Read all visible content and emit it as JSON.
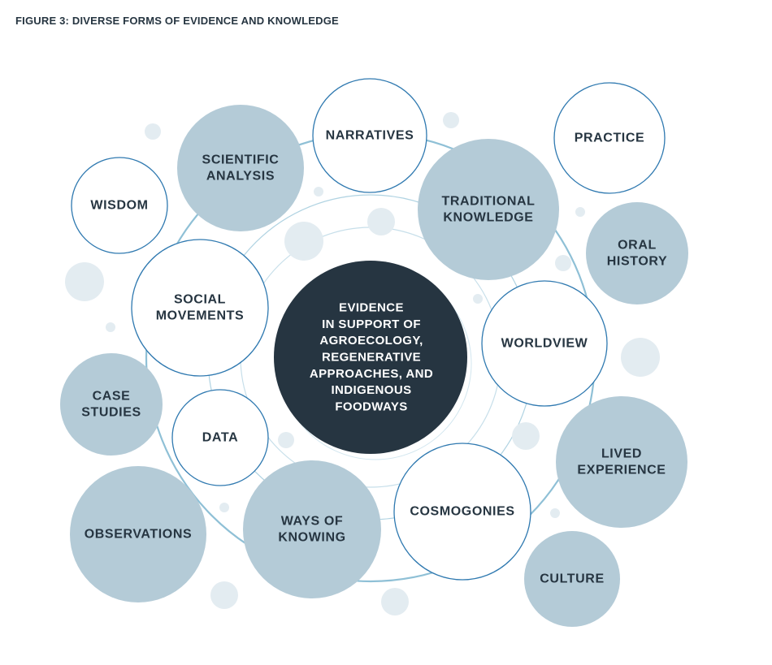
{
  "figure_title": "FIGURE 3: DIVERSE FORMS OF EVIDENCE AND KNOWLEDGE",
  "colors": {
    "filled": "#b4cbd7",
    "outline": "#2f79b0",
    "center": "#263541",
    "text": "#263541",
    "ring": "#8fc0d6",
    "dot": "#e3ecf1"
  },
  "center": {
    "lines": [
      "EVIDENCE",
      "IN SUPPORT OF",
      "AGROECOLOGY,",
      "REGENERATIVE",
      "APPROACHES, AND",
      "INDIGENOUS",
      "FOODWAYS"
    ]
  },
  "nodes": [
    {
      "id": "narratives",
      "style": "outline",
      "lines": [
        "NARRATIVES"
      ]
    },
    {
      "id": "practice",
      "style": "outline",
      "lines": [
        "PRACTICE"
      ]
    },
    {
      "id": "scientific-analysis",
      "style": "filled",
      "lines": [
        "SCIENTIFIC",
        "ANALYSIS"
      ]
    },
    {
      "id": "traditional-knowledge",
      "style": "filled",
      "lines": [
        "TRADITIONAL",
        "KNOWLEDGE"
      ]
    },
    {
      "id": "wisdom",
      "style": "outline",
      "lines": [
        "WISDOM"
      ]
    },
    {
      "id": "oral-history",
      "style": "filled",
      "lines": [
        "ORAL",
        "HISTORY"
      ]
    },
    {
      "id": "social-movements",
      "style": "outline",
      "lines": [
        "SOCIAL",
        "MOVEMENTS"
      ]
    },
    {
      "id": "worldview",
      "style": "outline",
      "lines": [
        "WORLDVIEW"
      ]
    },
    {
      "id": "case-studies",
      "style": "filled",
      "lines": [
        "CASE",
        "STUDIES"
      ]
    },
    {
      "id": "data",
      "style": "outline",
      "lines": [
        "DATA"
      ]
    },
    {
      "id": "lived-experience",
      "style": "filled",
      "lines": [
        "LIVED",
        "EXPERIENCE"
      ]
    },
    {
      "id": "observations",
      "style": "filled",
      "lines": [
        "OBSERVATIONS"
      ]
    },
    {
      "id": "ways-of-knowing",
      "style": "filled",
      "lines": [
        "WAYS OF",
        "KNOWING"
      ]
    },
    {
      "id": "cosmogonies",
      "style": "outline",
      "lines": [
        "COSMOGONIES"
      ]
    },
    {
      "id": "culture",
      "style": "filled",
      "lines": [
        "CULTURE"
      ]
    }
  ]
}
